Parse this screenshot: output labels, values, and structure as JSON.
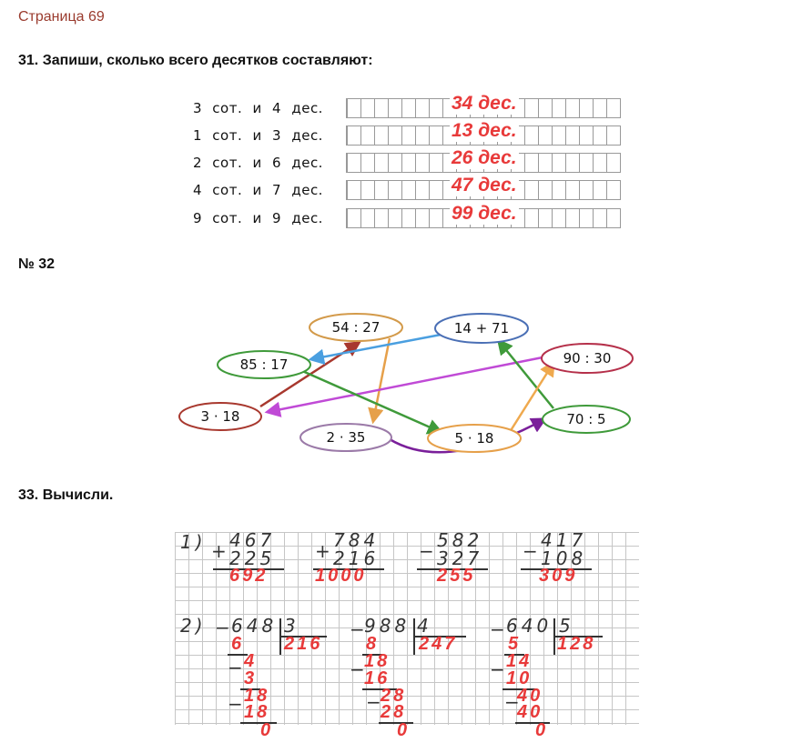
{
  "page": {
    "title": "Страница 69"
  },
  "task31": {
    "heading": "31. Запиши, сколько всего десятков составляют:",
    "rows": [
      {
        "text": "3 сот. и 4 дес.",
        "answer": "34 дес."
      },
      {
        "text": "1 сот. и 3 дес.",
        "answer": "13 дес."
      },
      {
        "text": "2 сот. и 6 дес.",
        "answer": "26 дес."
      },
      {
        "text": "4 сот. и 7 дес.",
        "answer": "47 дес."
      },
      {
        "text": "9 сот. и 9 дес.",
        "answer": "99 дес."
      }
    ]
  },
  "task32": {
    "heading": "№ 32",
    "nodes": {
      "n1": "54 : 27",
      "n2": "14 + 71",
      "n3": "85 : 17",
      "n4": "90 : 30",
      "n5": "3 · 18",
      "n6": "2 · 35",
      "n7": "5 · 18",
      "n8": "70 : 5"
    },
    "colors": {
      "orange": "#e6a04a",
      "blue": "#4a7fc1",
      "green": "#3f9a3a",
      "red": "#a8382e",
      "pink": "#c04ad6",
      "purple": "#7a1f9a",
      "gray": "#9b7aa8",
      "orangeLight": "#efa94e"
    }
  },
  "task33": {
    "heading": "33. Вычисли.",
    "row1_label": "1)",
    "row2_label": "2)",
    "add1": {
      "a": "467",
      "b": "225",
      "result": "692"
    },
    "add2": {
      "a": "784",
      "b": "216",
      "result": "1000"
    },
    "sub1": {
      "a": "582",
      "b": "327",
      "result": "255"
    },
    "sub2": {
      "a": "417",
      "b": "108",
      "result": "309"
    },
    "div1": {
      "dividend": "648",
      "divisor": "3",
      "quotient": "216",
      "s1": "6",
      "r1": "4",
      "s2": "3",
      "r2": "18",
      "s3": "18",
      "rem": "0"
    },
    "div2": {
      "dividend": "988",
      "divisor": "4",
      "quotient": "247",
      "s1": "8",
      "r1": "18",
      "s2": "16",
      "r2": "28",
      "s3": "28",
      "rem": "0"
    },
    "div3": {
      "dividend": "640",
      "divisor": "5",
      "quotient": "128",
      "s1": "5",
      "r1": "14",
      "s2": "10",
      "r2": "40",
      "s3": "40",
      "rem": "0"
    }
  }
}
